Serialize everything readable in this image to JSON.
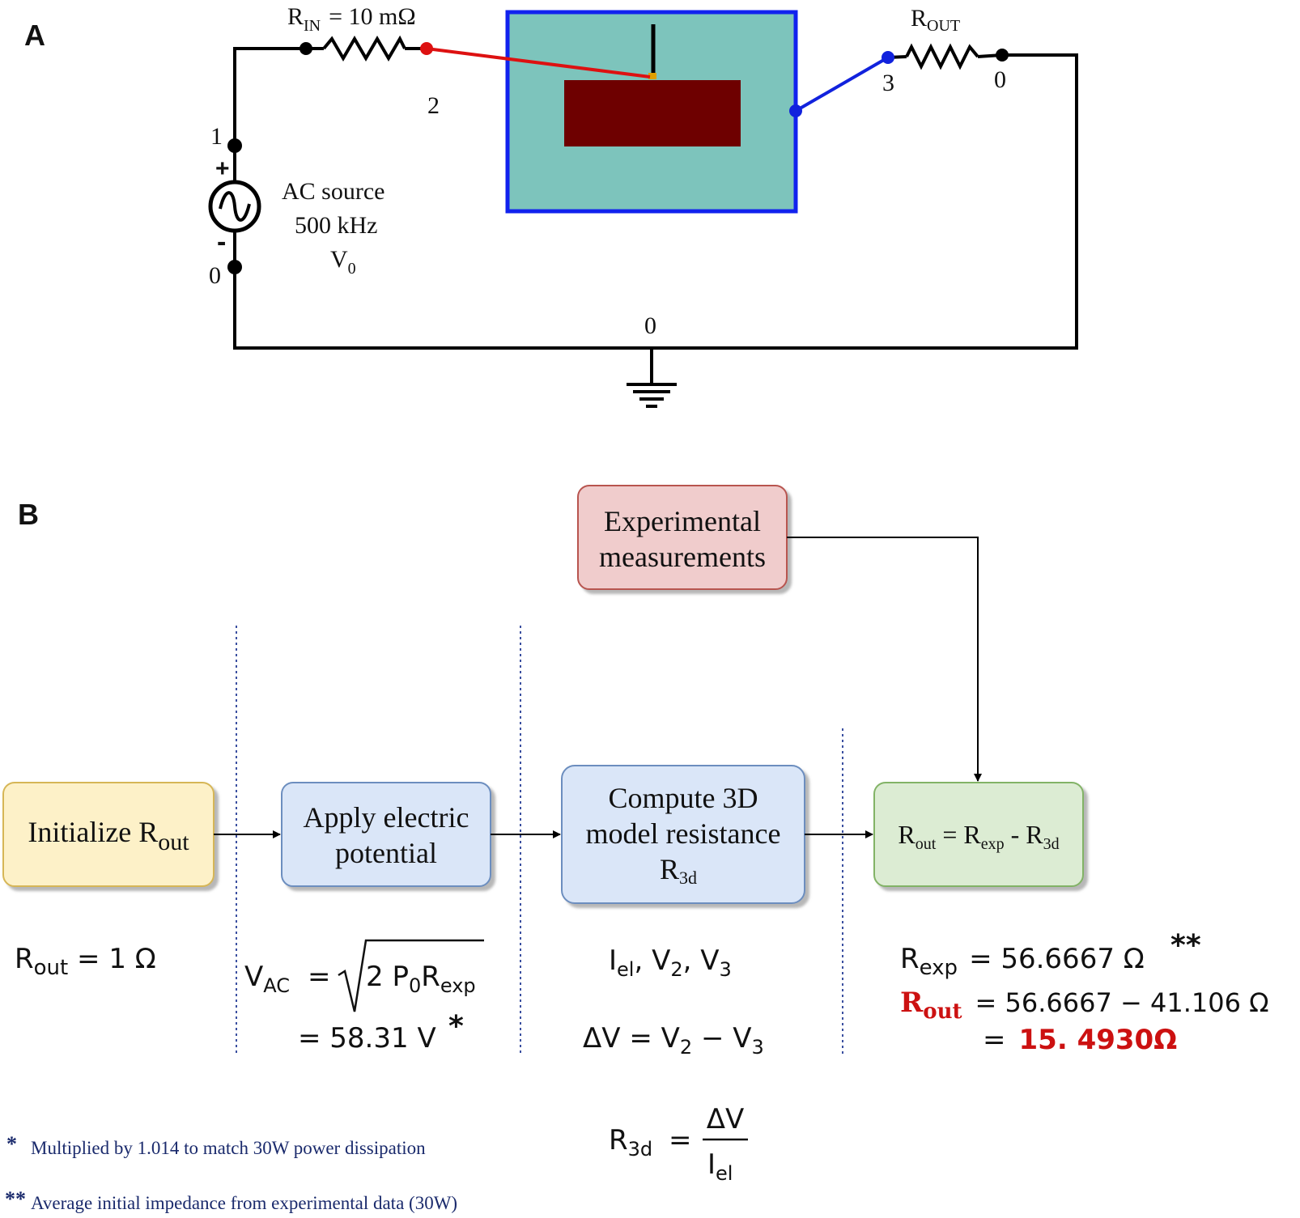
{
  "panels": {
    "a": "A",
    "b": "B"
  },
  "circuit": {
    "rin_label": "R",
    "rin_sub": "IN",
    "rin_value": "= 10 mΩ",
    "rout_label": "R",
    "rout_sub": "OUT",
    "node_1": "1",
    "node_2": "2",
    "node_3": "3",
    "node_0_source": "0",
    "node_0_rout": "0",
    "node_0_ground": "0",
    "plus": "+",
    "minus": "-",
    "source_line1": "AC source",
    "source_line2": "500 kHz",
    "source_v": "V",
    "source_v_sub": "0"
  },
  "flow": {
    "experimental": {
      "line1": "Experimental",
      "line2": "measurements"
    },
    "init": {
      "text": "Initialize R",
      "sub": "out"
    },
    "apply": {
      "line1": "Apply electric",
      "line2": "potential"
    },
    "compute": {
      "line1": "Compute 3D",
      "line2": "model resistance",
      "line3": "R",
      "line3_sub": "3d"
    },
    "result": {
      "a": "R",
      "a_sub": "out",
      "eq": " = R",
      "b_sub": "exp",
      "minus": " - R",
      "c_sub": "3d"
    }
  },
  "equations": {
    "rout_init": {
      "r": "R",
      "sub": "out",
      "rest": " = 1 Ω"
    },
    "vac": {
      "v": "V",
      "v_sub": "AC",
      "eq": "=",
      "inner_a": "2 P",
      "inner_sub0": "0",
      "inner_b": "R",
      "inner_sub1": "exp",
      "line2": "= 58.31 V",
      "star": "*"
    },
    "currents": {
      "i": "I",
      "i_sub": "el",
      "c1": ", V",
      "s2": "2",
      "c2": ", V",
      "s3": "3"
    },
    "delta": {
      "a": "ΔV = V",
      "s2": "2",
      "b": " − V",
      "s3": "3"
    },
    "r3d": {
      "r": "R",
      "sub": "3d",
      "eq": "=",
      "num": "ΔV",
      "den": "I",
      "den_sub": "el"
    },
    "rexp": {
      "r": "R",
      "sub": "exp",
      "rest": "= 56.6667 Ω",
      "star": "**"
    },
    "rout_calc": {
      "r": "R",
      "sub": "out",
      "rest": "= 56.6667 − 41.106 Ω"
    },
    "rout_final": {
      "eq": "=",
      "value": "15. 4930Ω"
    }
  },
  "notes": {
    "star1": "*",
    "text1": "Multiplied by 1.014 to match 30W power dissipation",
    "star2": "**",
    "text2": "Average initial impedance from experimental data (30W)"
  },
  "colors": {
    "red_wire": "#dd1111",
    "blue_wire": "#1122dd",
    "domain_fill": "#7dc4bc",
    "domain_border": "#1122ee",
    "tissue": "#6e0000",
    "yellow_box": "#fdf1c8",
    "blue_box": "#dae6f8",
    "red_box": "#f0cccc",
    "green_box": "#dcecd3"
  }
}
